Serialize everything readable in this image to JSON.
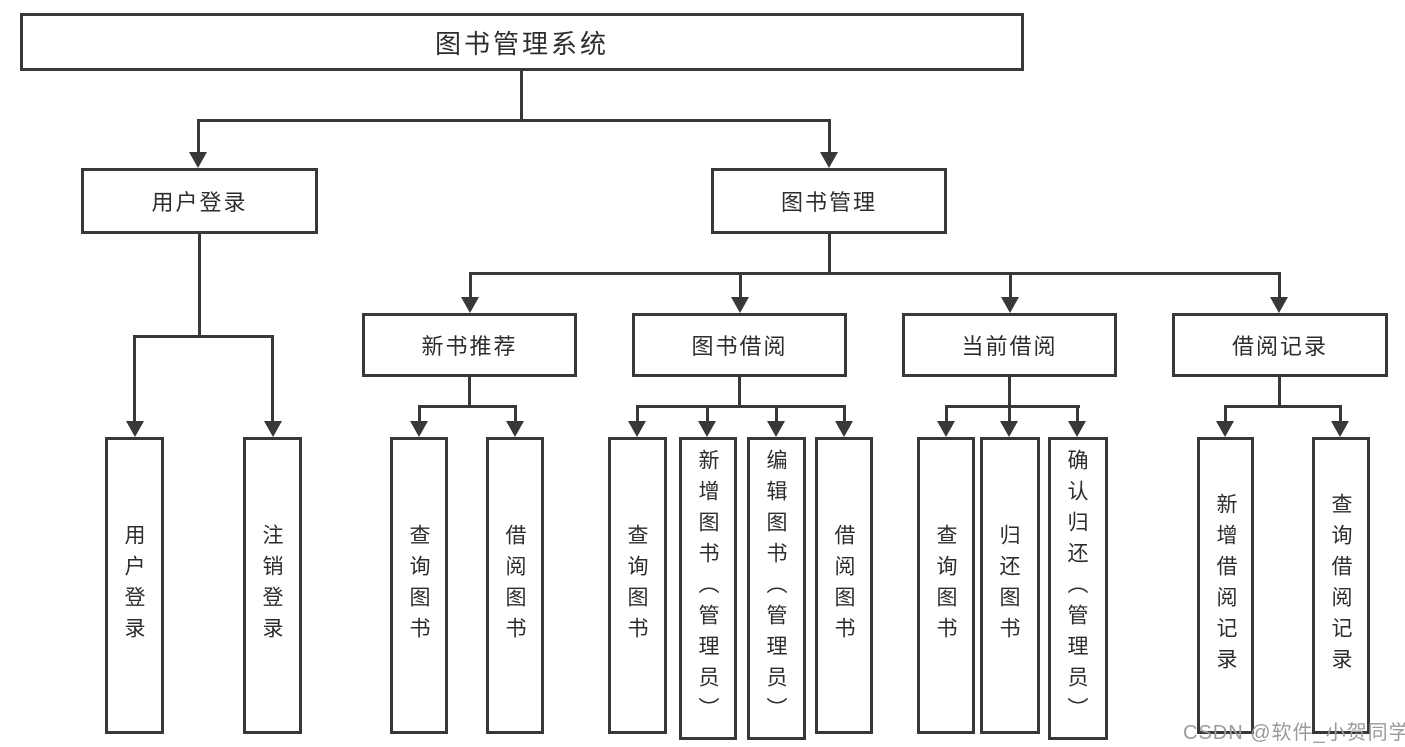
{
  "diagram": {
    "root": {
      "label": "图书管理系统"
    },
    "level2": [
      {
        "label": "用户登录"
      },
      {
        "label": "图书管理"
      }
    ],
    "level3": [
      {
        "label": "新书推荐"
      },
      {
        "label": "图书借阅"
      },
      {
        "label": "当前借阅"
      },
      {
        "label": "借阅记录"
      }
    ],
    "leaves": {
      "user_login": [
        {
          "label": "用户登录"
        },
        {
          "label": "注销登录"
        }
      ],
      "new_books": [
        {
          "label": "查询图书"
        },
        {
          "label": "借阅图书"
        }
      ],
      "borrowing": [
        {
          "label": "查询图书"
        },
        {
          "label": "新增图书（管理员）"
        },
        {
          "label": "编辑图书（管理员）"
        },
        {
          "label": "借阅图书"
        }
      ],
      "current": [
        {
          "label": "查询图书"
        },
        {
          "label": "归还图书"
        },
        {
          "label": "确认归还（管理员）"
        }
      ],
      "records": [
        {
          "label": "新增借阅记录"
        },
        {
          "label": "查询借阅记录"
        }
      ]
    },
    "watermark": "CSDN @软件_小贺同学"
  },
  "colors": {
    "line": "#383838",
    "text": "#2d2d2d",
    "background": "#ffffff",
    "watermark": "#9b9b9b"
  }
}
